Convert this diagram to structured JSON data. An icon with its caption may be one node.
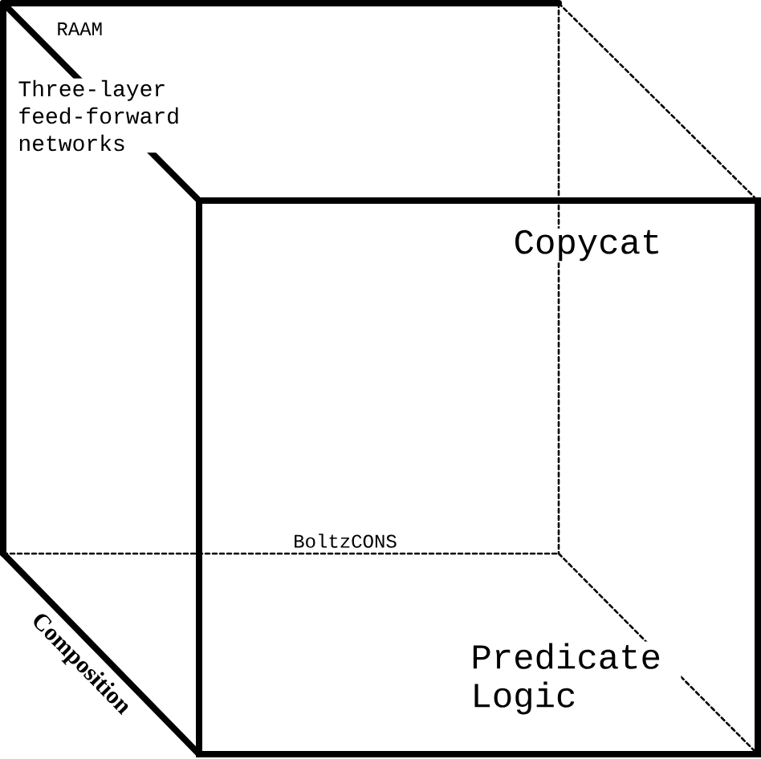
{
  "diagram": {
    "labels": [
      "RAAM",
      "Three-layer feed-forward networks",
      "Copycat",
      "BoltzCONS",
      "Predicate Logic",
      "Composition"
    ]
  }
}
